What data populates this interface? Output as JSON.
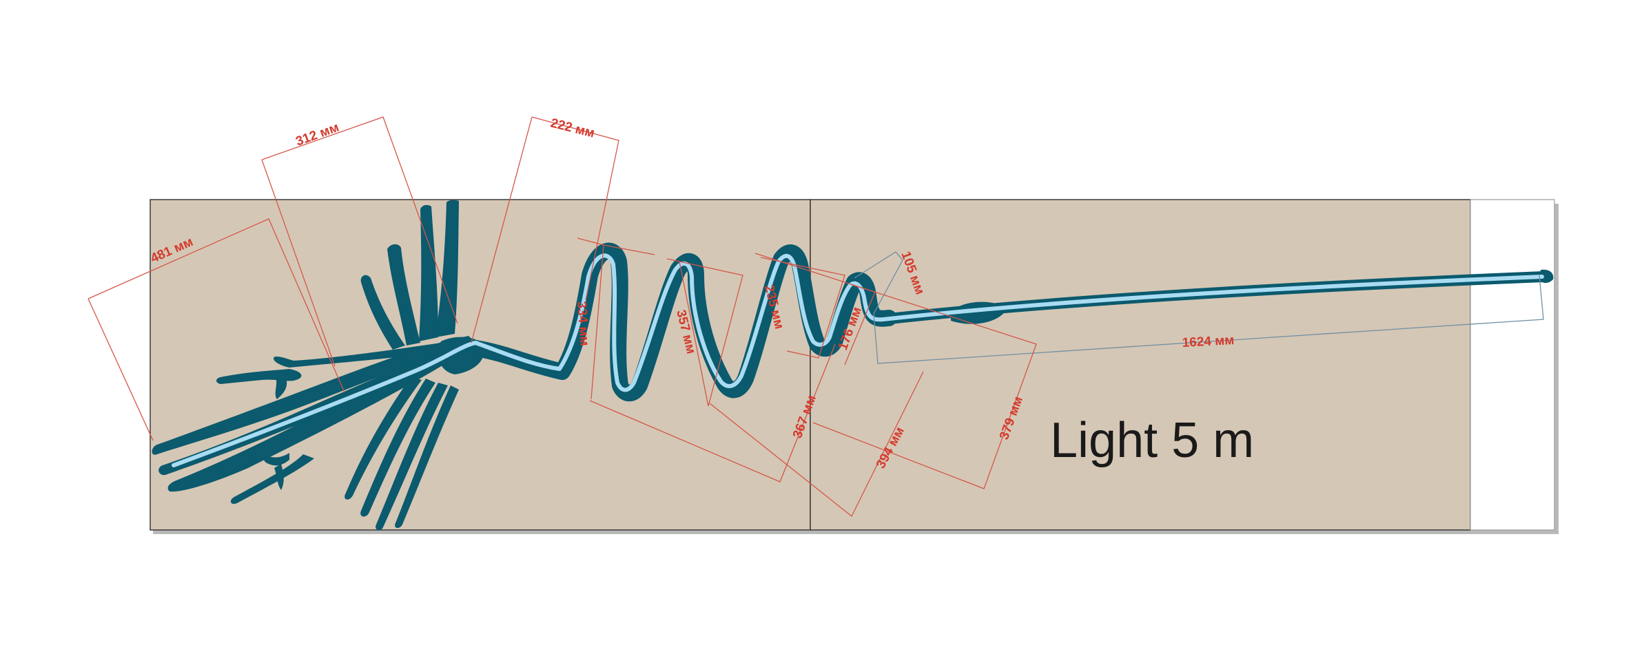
{
  "title": "Light 5 m",
  "colors": {
    "background": "#ffffff",
    "panel": "#d5c7b5",
    "figure": "#0b5a6e",
    "led_strip": "#a9dcf3",
    "dimension": "#d43a2e"
  },
  "dimensions": {
    "d481": "481 мм",
    "d312": "312 мм",
    "d222": "222 мм",
    "d357": "357 мм",
    "d334": "334 мм",
    "d235": "235 мм",
    "d176": "176 мм",
    "d105": "105 мм",
    "d1624": "1624 мм",
    "d367": "367 мм",
    "d394": "394 мм",
    "d379": "379 мм"
  }
}
